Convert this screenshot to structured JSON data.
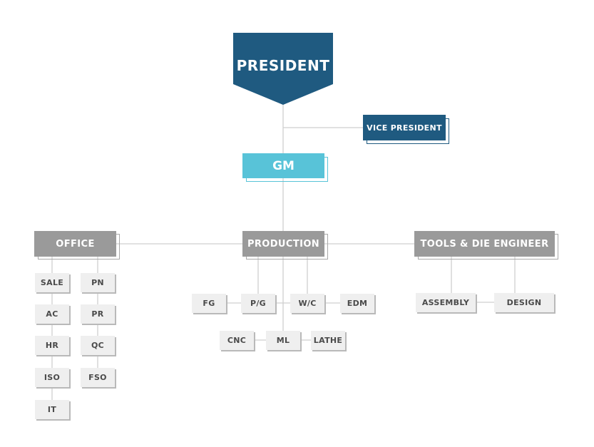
{
  "chart": {
    "president": "PRESIDENT",
    "vice_president": "VICE PRESIDENT",
    "gm": "GM",
    "departments": {
      "office": "OFFICE",
      "production": "PRODUCTION",
      "tools": "TOOLS & DIE ENGINEER"
    },
    "office_left": [
      "SALE",
      "AC",
      "HR",
      "ISO",
      "IT"
    ],
    "office_right": [
      "PN",
      "PR",
      "QC",
      "FSO"
    ],
    "production_row1": [
      "FG",
      "P/G",
      "W/C",
      "EDM"
    ],
    "production_row2": [
      "CNC",
      "ML",
      "LATHE"
    ],
    "tools_children": [
      "ASSEMBLY",
      "DESIGN"
    ]
  },
  "colors": {
    "president": "#1f5a80",
    "vice_president": "#1f5a80",
    "gm": "#58c3d8",
    "department": "#9a9a9a",
    "unit_box": "#efefef",
    "connector": "#cfcfcf"
  }
}
